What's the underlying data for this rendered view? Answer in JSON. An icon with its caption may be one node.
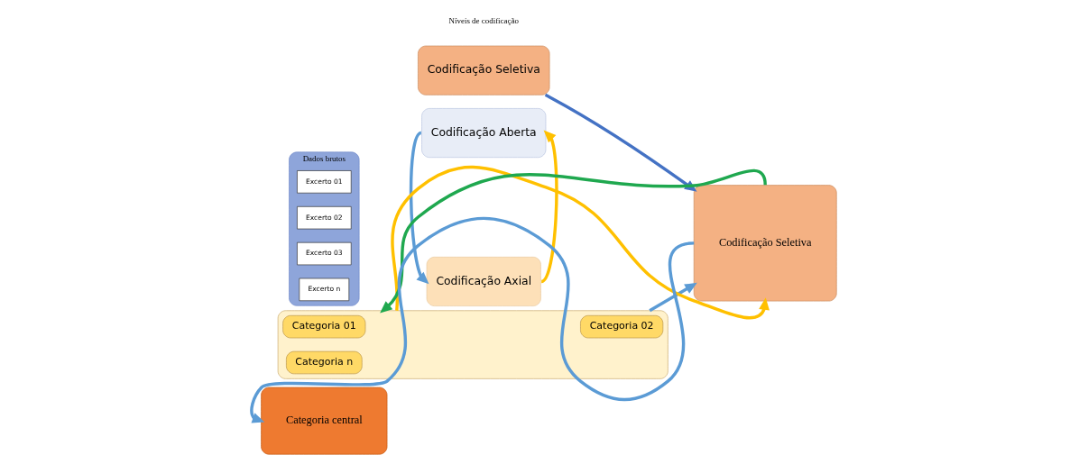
{
  "diagram": {
    "nodes": [
      {
        "text": [
          "Dados brutos"
        ]
      },
      {
        "text": [
          "Excerto 01"
        ],
        "in": 0
      },
      {
        "text": [
          "Excerto 02"
        ],
        "in": 0
      },
      {
        "text": [
          "Excerto 03"
        ],
        "in": 0
      },
      {
        "text": [
          "Excerto n"
        ],
        "in": 0
      },
      {
        "text": [
          "Codificação Aberta"
        ]
      },
      {
        "text": [
          "Codificação Axial"
        ]
      },
      {
        "text": [
          "Codificação Seletiva"
        ]
      },
      {
        "text": [],
        "shape": "box"
      },
      {
        "text": [
          "Categoria 01"
        ],
        "in": 8
      },
      {
        "text": [
          "Categoria 02"
        ],
        "in": 8
      },
      {
        "text": [
          "Categoria n"
        ],
        "in": 8
      },
      {
        "text": [
          "Codificação Seletiva"
        ]
      },
      {
        "text": [
          "Categoria central"
        ]
      }
    ],
    "edges": [
      {
        "from": 6,
        "to": 5,
        "arrow": "to",
        "color": "#ffc000"
      },
      {
        "from": 5,
        "to": 6,
        "arrow": "to"
      },
      {
        "from": 8,
        "to": 12,
        "arrow": "to"
      },
      {
        "from": 12,
        "to": 13,
        "arrow": "to"
      },
      {
        "from": 8,
        "to": 12,
        "arrow": "to",
        "color": "#ffc000"
      },
      {
        "from": 12,
        "to": 8,
        "arrow": "to",
        "color": "#1fa84f"
      },
      {
        "from": 7,
        "to": 12,
        "arrow": "to",
        "color": "#4472c4"
      }
    ],
    "labels": [
      "Níveis de codificação"
    ]
  }
}
